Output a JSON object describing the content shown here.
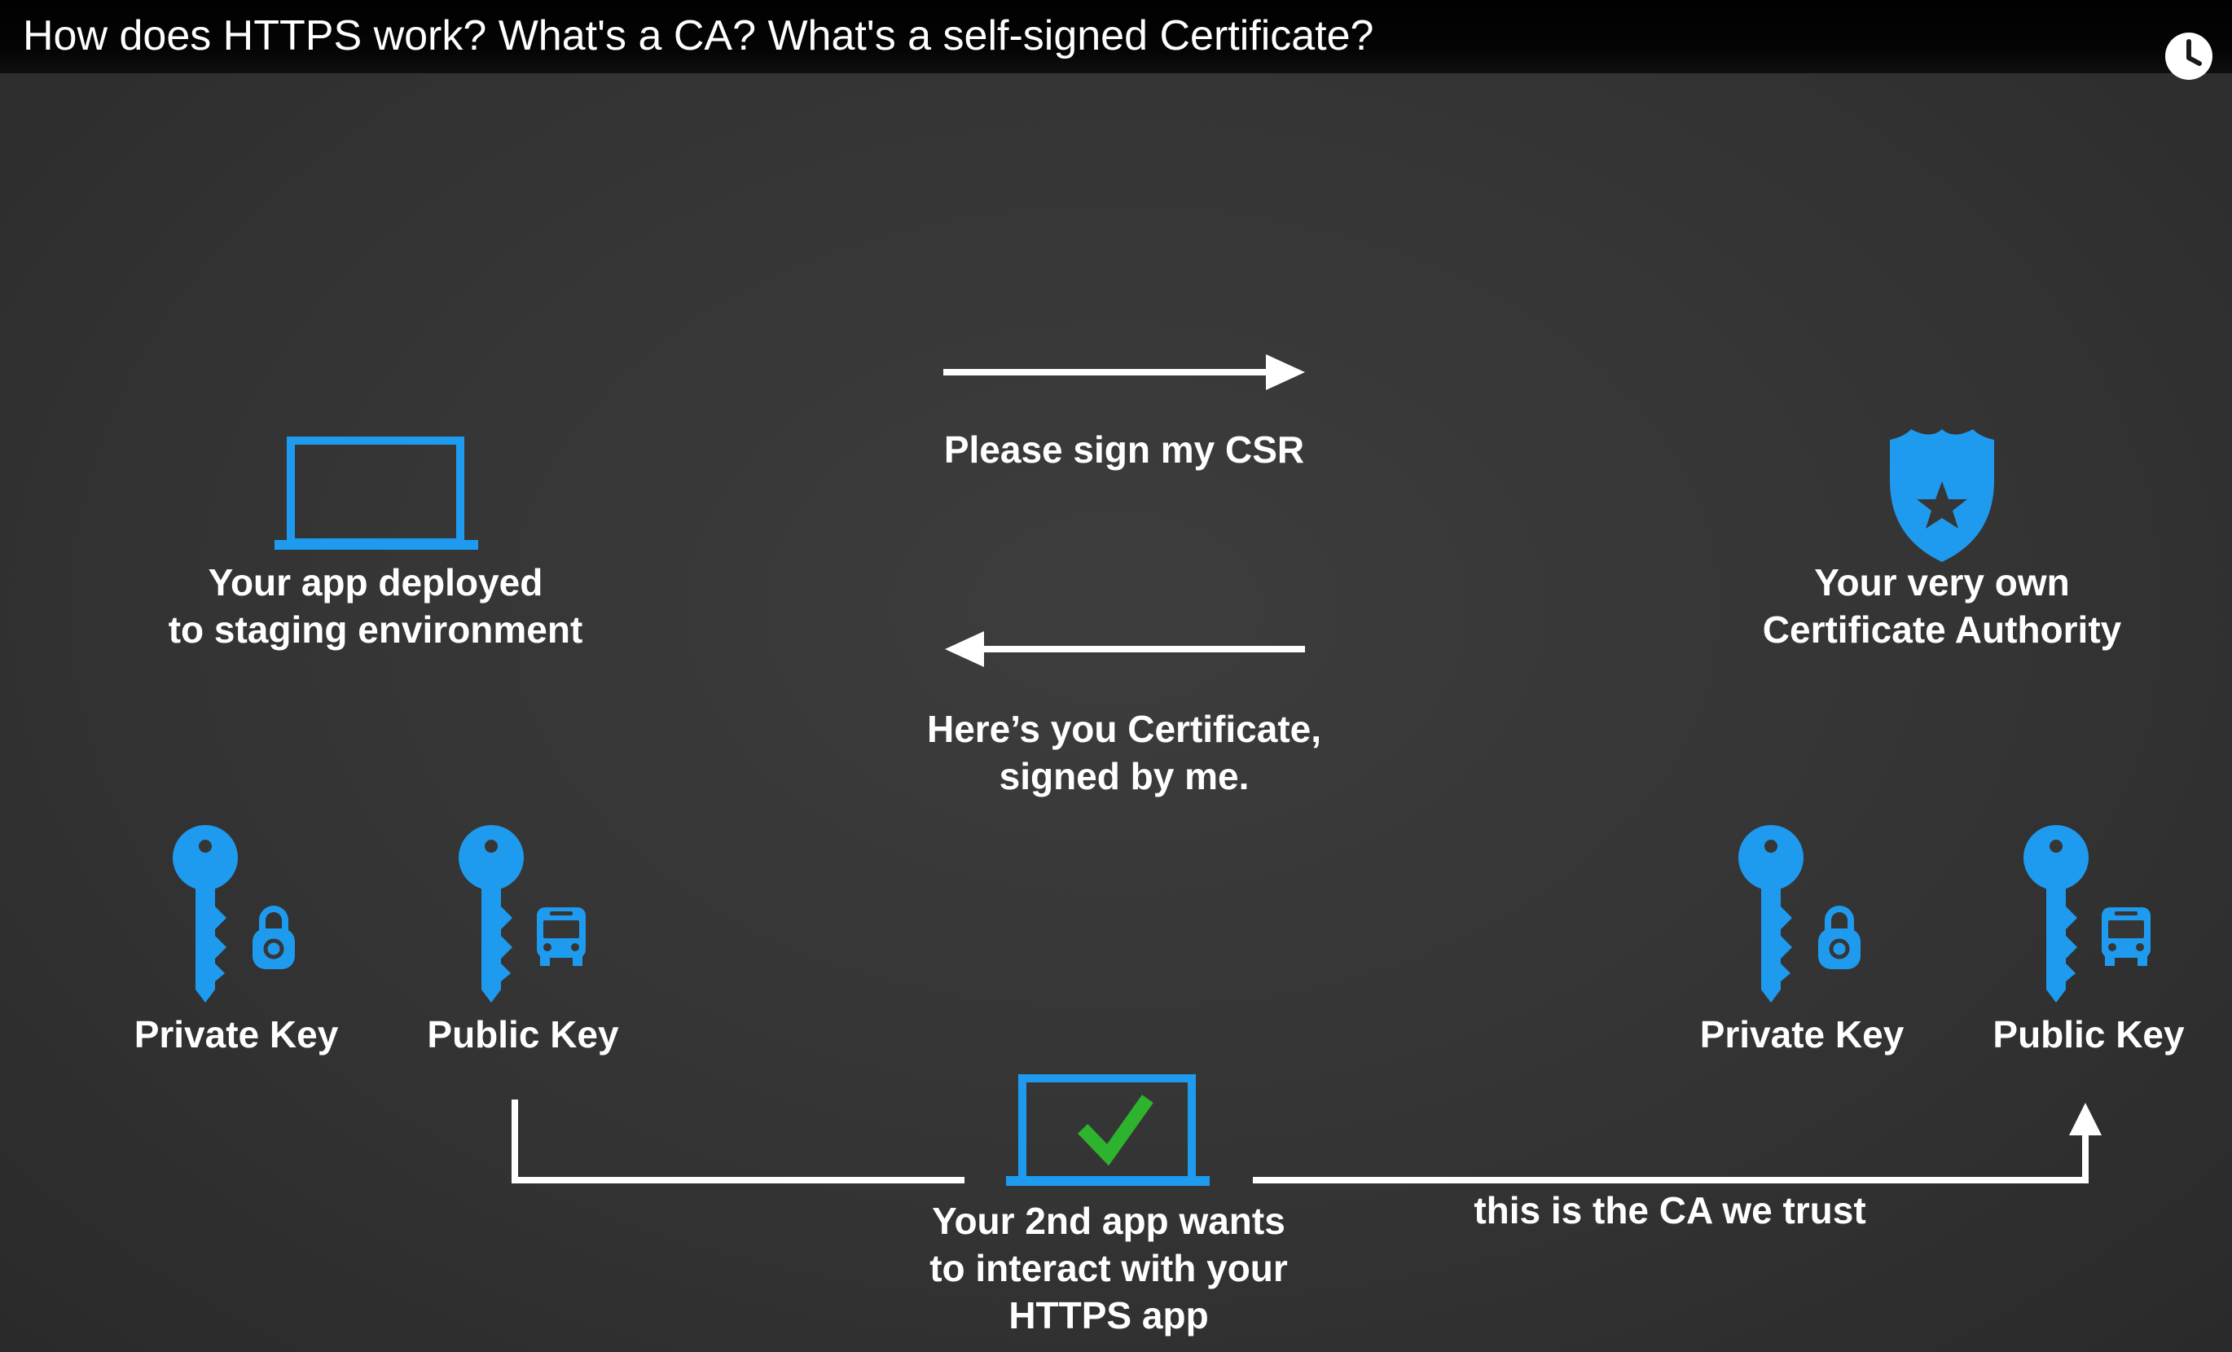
{
  "video": {
    "title": "How does HTTPS work? What's a CA? What's a self-signed Certificate?",
    "watch_later_icon": "clock-icon"
  },
  "slide": {
    "flow": {
      "request_label": "Please sign my CSR",
      "response_label_line1": "Here’s you Certificate,",
      "response_label_line2": "signed by me."
    },
    "app": {
      "icon": "laptop-icon",
      "label_line1": "Your app deployed",
      "label_line2": "to staging environment",
      "private_key_label": "Private Key",
      "public_key_label": "Public Key"
    },
    "ca": {
      "icon": "police-badge-icon",
      "label_line1": "Your very own",
      "label_line2": "Certificate Authority",
      "private_key_label": "Private Key",
      "public_key_label": "Public Key"
    },
    "second_app": {
      "icon": "laptop-check-icon",
      "label_line1": "Your 2nd app wants",
      "label_line2": "to interact with your",
      "label_line3": "HTTPS app"
    },
    "trust_label": "this is the CA we trust"
  },
  "colors": {
    "accent_blue": "#1e9bef",
    "check_green": "#2db32d",
    "line_white": "#ffffff"
  }
}
